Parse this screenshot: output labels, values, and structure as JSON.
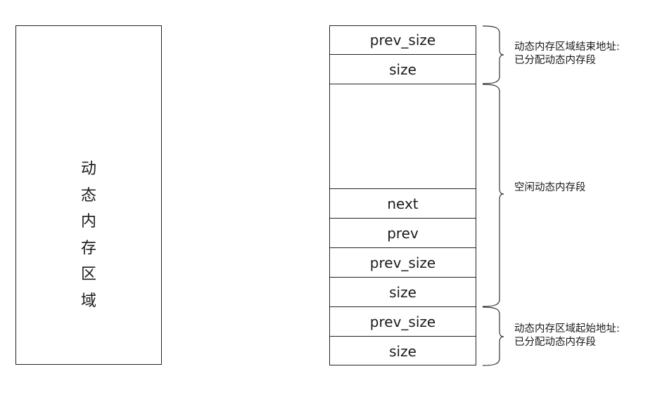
{
  "left": {
    "label_chars": [
      "动",
      "态",
      "内",
      "存",
      "区",
      "域"
    ]
  },
  "stack": {
    "cells": [
      {
        "label": "prev_size"
      },
      {
        "label": "size"
      },
      {
        "label": ""
      },
      {
        "label": "next"
      },
      {
        "label": "prev"
      },
      {
        "label": "prev_size"
      },
      {
        "label": "size"
      },
      {
        "label": "prev_size"
      },
      {
        "label": "size"
      }
    ]
  },
  "annotations": {
    "top": {
      "line1": "动态内存区域结束地址:",
      "line2": "已分配动态内存段"
    },
    "middle": {
      "line1": "空闲动态内存段"
    },
    "bottom": {
      "line1": "动态内存区域起始地址:",
      "line2": "已分配动态内存段"
    }
  }
}
